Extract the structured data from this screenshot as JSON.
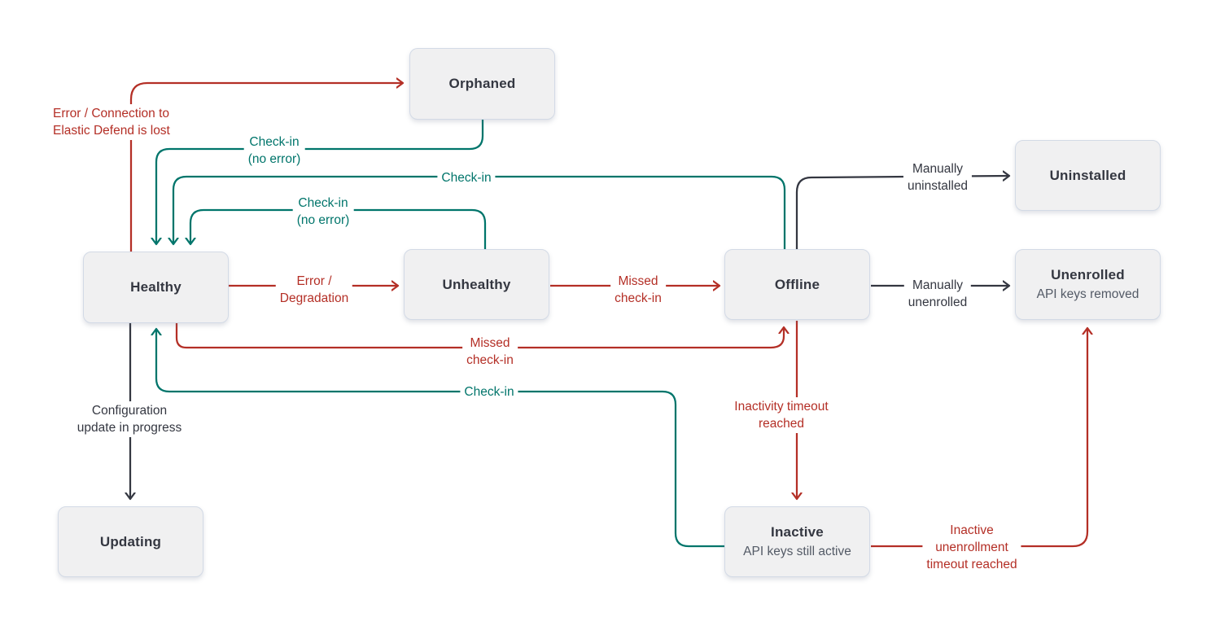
{
  "colors": {
    "error": "#b42f26",
    "success": "#00756b",
    "neutral": "#343741",
    "background": "#ffffff",
    "node_fill": "#f0f0f1",
    "node_border": "#d3dae6",
    "node_title": "#343741",
    "node_subtitle": "#535a66"
  },
  "nodes": {
    "orphaned": {
      "label": "Orphaned"
    },
    "healthy": {
      "label": "Healthy"
    },
    "unhealthy": {
      "label": "Unhealthy"
    },
    "offline": {
      "label": "Offline"
    },
    "uninstalled": {
      "label": "Uninstalled"
    },
    "unenrolled": {
      "label": "Unenrolled",
      "sublabel": "API keys removed"
    },
    "updating": {
      "label": "Updating"
    },
    "inactive": {
      "label": "Inactive",
      "sublabel": "API keys still active"
    }
  },
  "edges": {
    "healthy_orphaned": {
      "from": "Healthy",
      "to": "Orphaned",
      "status": "error",
      "label": "Error / Connection to Elastic Defend is lost",
      "lines": [
        "Error / Connection to",
        "Elastic Defend is lost"
      ]
    },
    "orphaned_healthy": {
      "from": "Orphaned",
      "to": "Healthy",
      "status": "success",
      "label": "Check-in (no error)",
      "lines": [
        "Check-in",
        "(no error)"
      ]
    },
    "offline_healthy": {
      "from": "Offline",
      "to": "Healthy",
      "status": "success",
      "label": "Check-in",
      "lines": [
        "Check-in"
      ]
    },
    "unhealthy_healthy": {
      "from": "Unhealthy",
      "to": "Healthy",
      "status": "success",
      "label": "Check-in (no error)",
      "lines": [
        "Check-in",
        "(no error)"
      ]
    },
    "healthy_unhealthy": {
      "from": "Healthy",
      "to": "Unhealthy",
      "status": "error",
      "label": "Error / Degradation",
      "lines": [
        "Error /",
        "Degradation"
      ]
    },
    "unhealthy_offline": {
      "from": "Unhealthy",
      "to": "Offline",
      "status": "error",
      "label": "Missed check-in",
      "lines": [
        "Missed",
        "check-in"
      ]
    },
    "healthy_offline": {
      "from": "Healthy",
      "to": "Offline",
      "status": "error",
      "label": "Missed check-in",
      "lines": [
        "Missed",
        "check-in"
      ]
    },
    "inactive_healthy": {
      "from": "Inactive",
      "to": "Healthy",
      "status": "success",
      "label": "Check-in",
      "lines": [
        "Check-in"
      ]
    },
    "healthy_updating": {
      "from": "Healthy",
      "to": "Updating",
      "status": "neutral",
      "label": "Configuration update in progress",
      "lines": [
        "Configuration",
        "update in progress"
      ]
    },
    "offline_uninstalled": {
      "from": "Offline",
      "to": "Uninstalled",
      "status": "neutral",
      "label": "Manually uninstalled",
      "lines": [
        "Manually",
        "uninstalled"
      ]
    },
    "offline_unenrolled": {
      "from": "Offline",
      "to": "Unenrolled",
      "status": "neutral",
      "label": "Manually unenrolled",
      "lines": [
        "Manually",
        "unenrolled"
      ]
    },
    "offline_inactive": {
      "from": "Offline",
      "to": "Inactive",
      "status": "error",
      "label": "Inactivity timeout reached",
      "lines": [
        "Inactivity timeout",
        "reached"
      ]
    },
    "inactive_unenrolled": {
      "from": "Inactive",
      "to": "Unenrolled",
      "status": "error",
      "label": "Inactive unenrollment timeout reached",
      "lines": [
        "Inactive",
        "unenrollment",
        "timeout reached"
      ]
    }
  }
}
